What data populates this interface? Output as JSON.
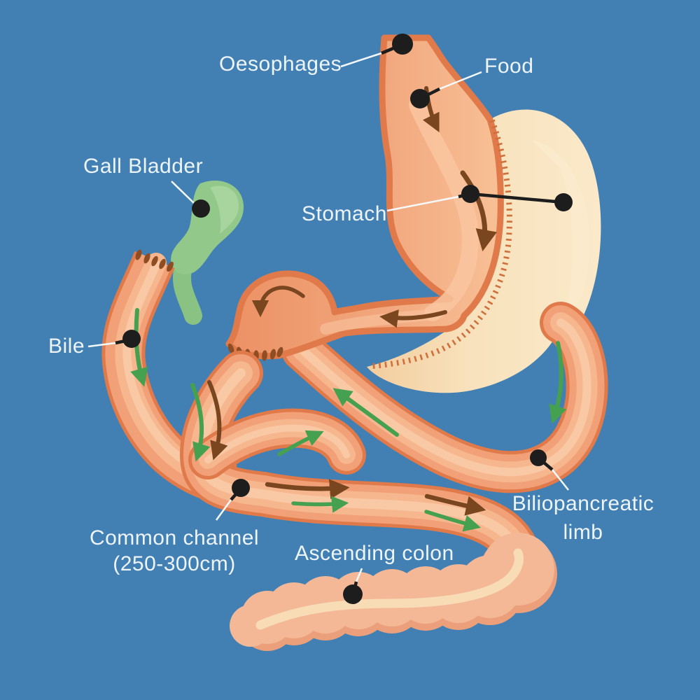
{
  "description": "Medical diagram of a gastric bypass / biliopancreatic diversion showing stomach, bypassed stomach, gall bladder, intestinal limbs and flow arrows (brown = food, green = bile)",
  "labels": {
    "oesophagus": "Oesophages",
    "food": "Food",
    "gall_bladder": "Gall Bladder",
    "stomach": "Stomach",
    "bile": "Bile",
    "common_channel": {
      "line1": "Common channel",
      "line2": "(250-300cm)"
    },
    "ascending_colon": "Ascending colon",
    "biliopancreatic": {
      "line1": "Biliopancreatic",
      "line2": "limb"
    }
  },
  "colors": {
    "background": "#4280b4",
    "intestine_edge": "#e07a4a",
    "intestine_main": "#f1a077",
    "intestine_band": "#f6b78f",
    "intestine_core": "#f9c8a5",
    "excluded_stomach": "#f8e2bd",
    "staple_line": "#cf6f3c",
    "staple_ovals": "#8e4d22",
    "gall_bladder": "#92c88a",
    "colon": "#f4b897",
    "colon_streak": "#f8dcb6",
    "food_arrow": "#7a4620",
    "bile_arrow": "#45a14f",
    "label_text": "#edf5fb",
    "marker_dot": "#1d1d1d",
    "leader_line": "#f5fafd"
  }
}
